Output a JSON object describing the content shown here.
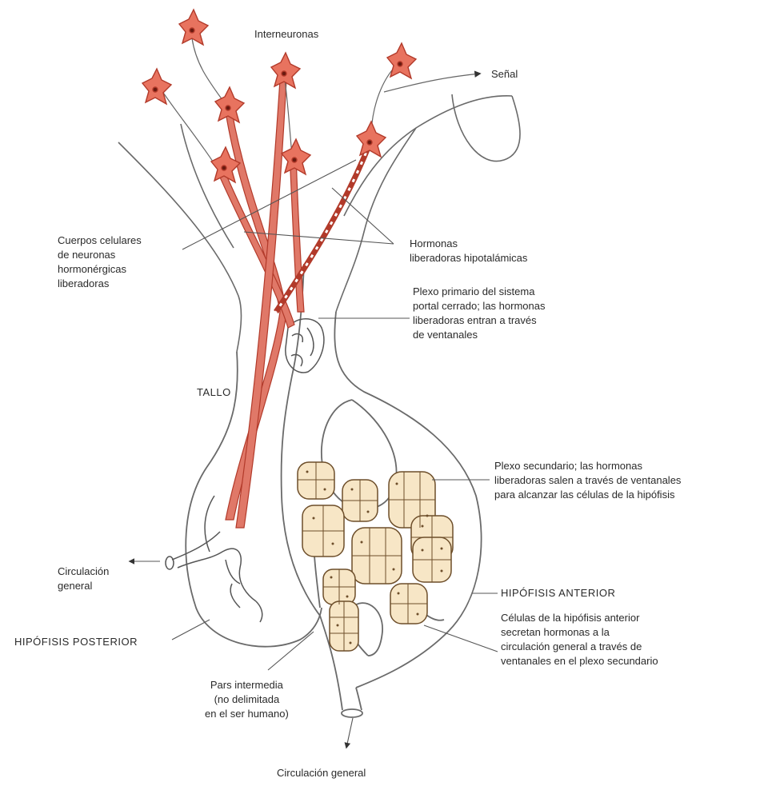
{
  "colors": {
    "neuron": "#e8735f",
    "neuron_outline": "#b23a2a",
    "axon": "#e07868",
    "cell": "#f7e6c6",
    "cell_outline": "#6d4e2a",
    "outline": "#555555"
  },
  "labels": {
    "interneuronas": "Interneuronas",
    "senal": "Señal",
    "cuerpos": [
      "Cuerpos celulares",
      "de neuronas",
      "hormonérgicas",
      "liberadoras"
    ],
    "hormonas": [
      "Hormonas",
      "liberadoras hipotalámicas"
    ],
    "plexo_primario": [
      "Plexo primario del sistema",
      "portal cerrado; las hormonas",
      "liberadoras entran a través",
      "de ventanales"
    ],
    "tallo": "TALLO",
    "plexo_secundario": [
      "Plexo secundario; las hormonas",
      "liberadoras salen a través de ventanales",
      "para alcanzar las células de la hipófisis"
    ],
    "circulacion_izq": [
      "Circulación",
      "general"
    ],
    "hipofisis_anterior": "HIPÓFISIS ANTERIOR",
    "celulas": [
      "Células de la hipófisis anterior",
      "secretan hormonas a la",
      "circulación general a través de",
      "ventanales en el plexo secundario"
    ],
    "hipofisis_posterior": "HIPÓFISIS POSTERIOR",
    "pars": [
      "Pars intermedia",
      "(no delimitada",
      "en el ser humano)"
    ],
    "circulacion_bottom": "Circulación general"
  }
}
